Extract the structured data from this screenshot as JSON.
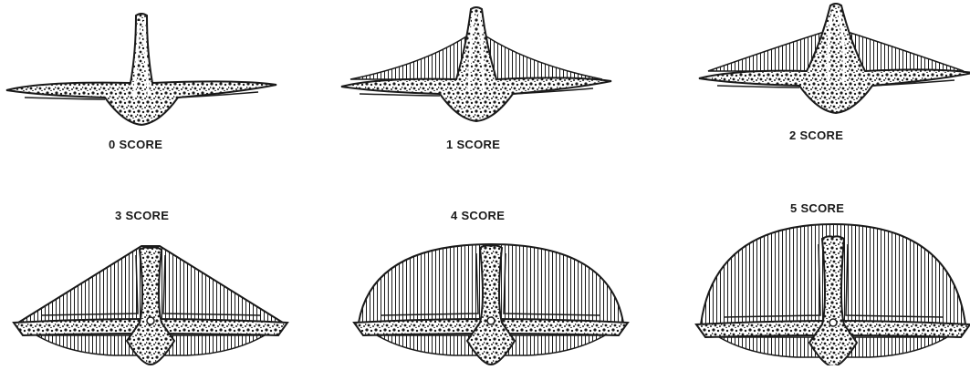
{
  "scores": [
    {
      "label": "0 SCORE",
      "level": 0
    },
    {
      "label": "1 SCORE",
      "level": 1
    },
    {
      "label": "2 SCORE",
      "level": 2
    },
    {
      "label": "3 SCORE",
      "level": 3
    },
    {
      "label": "4 SCORE",
      "level": 4
    },
    {
      "label": "5 SCORE",
      "level": 5
    }
  ],
  "colors": {
    "ink": "#1a1a1a",
    "paper": "#ffffff"
  }
}
